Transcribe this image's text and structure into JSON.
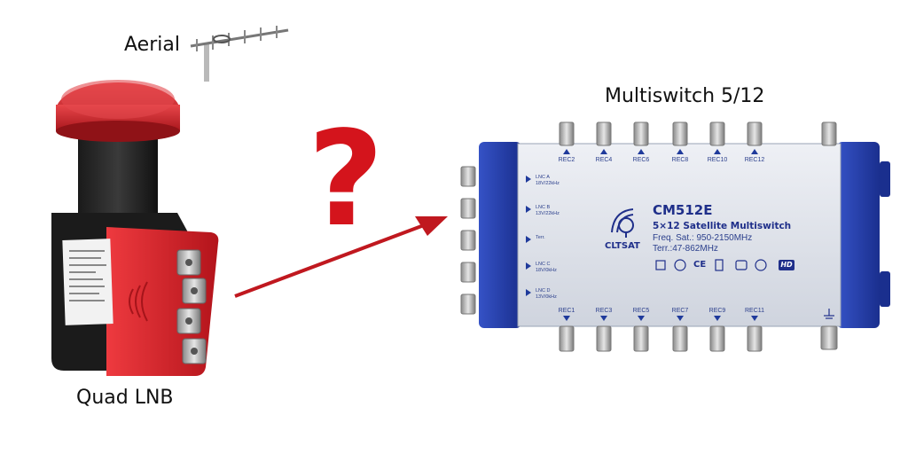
{
  "labels": {
    "aerial": "Aerial",
    "quad_lnb": "Quad LNB",
    "multiswitch": "Multiswitch 5/12",
    "question_mark": "?"
  },
  "multiswitch": {
    "model": "CM512E",
    "subtitle": "5×12 Satellite Multiswitch",
    "freq_sat": "Freq. Sat.: 950-2150MHz",
    "freq_terr": "Terr.:47-862MHz",
    "brand": "CLTSAT",
    "ce_mark": "CE",
    "hd_badge": "HD",
    "top_ports": [
      "REC2",
      "REC4",
      "REC6",
      "REC8",
      "REC10",
      "REC12"
    ],
    "bottom_ports": [
      "REC1",
      "REC3",
      "REC5",
      "REC7",
      "REC9",
      "REC11"
    ],
    "lnb_inputs": [
      {
        "name": "LNC A",
        "spec": "18V/22kHz"
      },
      {
        "name": "LNC B",
        "spec": "13V/22kHz"
      },
      {
        "name": "Terr.",
        "spec": ""
      },
      {
        "name": "LNC C",
        "spec": "18V/0kHz"
      },
      {
        "name": "LNC D",
        "spec": "13V/0kHz"
      }
    ]
  },
  "colors": {
    "arrow": "#c0181f",
    "question": "#d4141c",
    "body_blue": "#2440b0",
    "lnb_red": "#d61f26"
  }
}
